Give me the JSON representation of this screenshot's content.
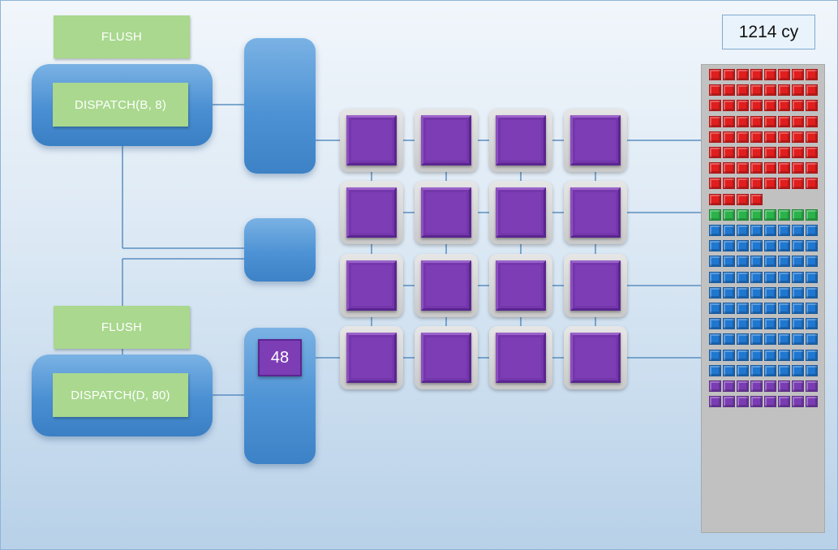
{
  "flush_top_label": "FLUSH",
  "dispatch_top_label": "DISPATCH(B, 8)",
  "flush_bottom_label": "FLUSH",
  "dispatch_bottom_label": "DISPATCH(D, 80)",
  "pending_count": "48",
  "cycle_counter": "1214 cy",
  "core_grid": {
    "rows": 4,
    "cols": 4
  },
  "queue": {
    "columns": 8,
    "groups": [
      {
        "color": "#e01e1e",
        "count": 68
      },
      {
        "color": "#2bb24a",
        "count": 8
      },
      {
        "color": "#1f77d0",
        "count": 80
      },
      {
        "color": "#7a3cb3",
        "count": 16
      }
    ]
  },
  "colors": {
    "green_label": "#a9d88e",
    "blue_unit": "#4a8fd2",
    "core_purple": "#7d3db5",
    "wire": "#5a8fc0"
  }
}
